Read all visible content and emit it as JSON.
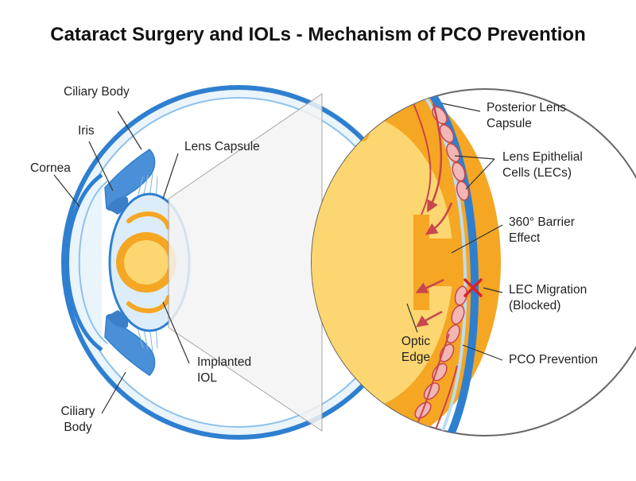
{
  "title": "Cataract Surgery and IOLs - Mechanism of PCO Prevention",
  "labels": {
    "ciliary_body_top": [
      "Ciliary Body"
    ],
    "iris": [
      "Iris"
    ],
    "cornea": [
      "Cornea"
    ],
    "lens_capsule": [
      "Lens Capsule"
    ],
    "implanted_iol": [
      "Implanted",
      "IOL"
    ],
    "ciliary_body_bottom": [
      "Ciliary",
      "Body"
    ],
    "posterior_lens_capsule": [
      "Posterior Lens",
      "Capsule"
    ],
    "lens_epithelial_cells": [
      "Lens Epithelial",
      "Cells (LECs)"
    ],
    "barrier_effect": [
      "360° Barrier",
      "Effect"
    ],
    "lec_migration": [
      "LEC Migration",
      "(Blocked)"
    ],
    "pco_prevention": [
      "PCO Prevention"
    ],
    "optic_edge": [
      "Optic",
      "Edge"
    ]
  },
  "colors": {
    "eye_outline": "#2f7fd0",
    "eye_fill": "#e8f3fb",
    "iris_blue": "#4a90d9",
    "iol_orange": "#f5a623",
    "iol_yellow": "#fcd670",
    "cell_red": "#c8464d",
    "cell_pink": "#f2b6b4",
    "block_x": "#d8232a"
  }
}
